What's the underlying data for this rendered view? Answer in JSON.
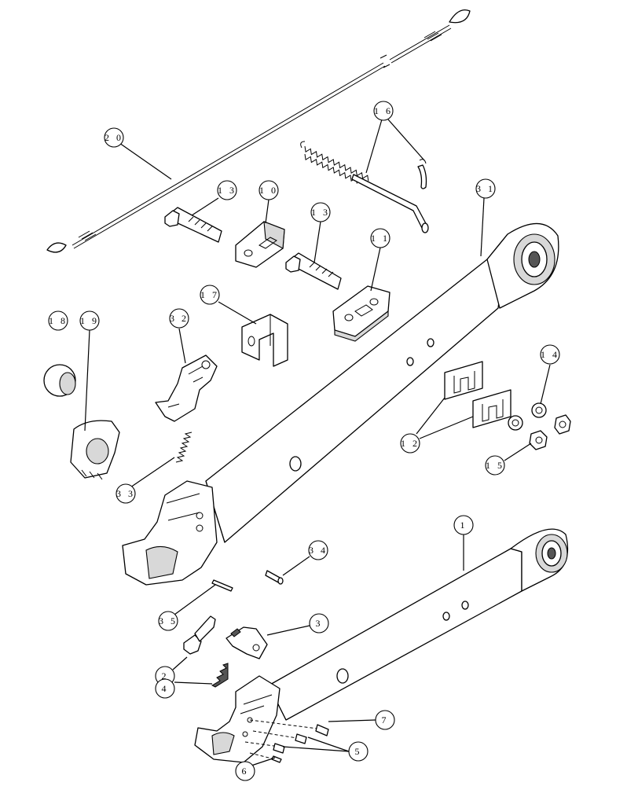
{
  "callouts": [
    {
      "id": "c20",
      "label": "2 0"
    },
    {
      "id": "c16",
      "label": "1 6"
    },
    {
      "id": "c31",
      "label": "3 1"
    },
    {
      "id": "c13a",
      "label": "1 3"
    },
    {
      "id": "c10",
      "label": "1 0"
    },
    {
      "id": "c13b",
      "label": "1 3"
    },
    {
      "id": "c11",
      "label": "1 1"
    },
    {
      "id": "c17",
      "label": "1 7"
    },
    {
      "id": "c32",
      "label": "3 2"
    },
    {
      "id": "c18",
      "label": "1 8"
    },
    {
      "id": "c19",
      "label": "1 9"
    },
    {
      "id": "c14",
      "label": "1 4"
    },
    {
      "id": "c12",
      "label": "1 2"
    },
    {
      "id": "c15",
      "label": "1 5"
    },
    {
      "id": "c33",
      "label": "3 3"
    },
    {
      "id": "c34",
      "label": "3 4"
    },
    {
      "id": "c1",
      "label": "1"
    },
    {
      "id": "c35",
      "label": "3 5"
    },
    {
      "id": "c3",
      "label": "3"
    },
    {
      "id": "c2",
      "label": "2"
    },
    {
      "id": "c4",
      "label": "4"
    },
    {
      "id": "c7",
      "label": "7"
    },
    {
      "id": "c5",
      "label": "5"
    },
    {
      "id": "c6",
      "label": "6"
    }
  ]
}
